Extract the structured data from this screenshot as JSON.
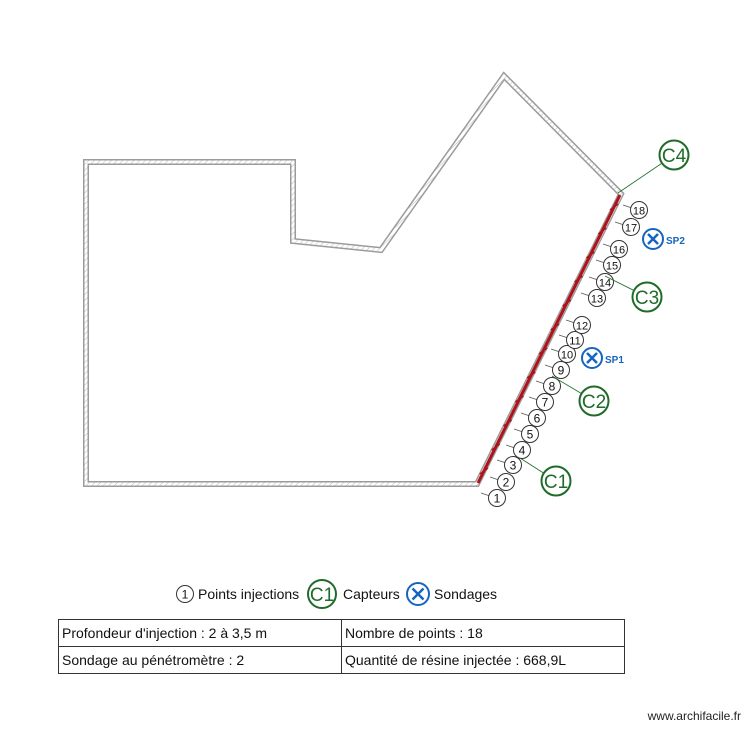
{
  "colors": {
    "wall": "#9b9b9b",
    "crack": "#b0121b",
    "capteur": "#1e6b2a",
    "sondage": "#1565c0",
    "point": "#333333"
  },
  "injection_points": [
    "1",
    "2",
    "3",
    "4",
    "5",
    "6",
    "7",
    "8",
    "9",
    "10",
    "11",
    "12",
    "13",
    "14",
    "15",
    "16",
    "17",
    "18"
  ],
  "capteurs": [
    "C1",
    "C2",
    "C3",
    "C4"
  ],
  "sondages": [
    "SP1",
    "SP2"
  ],
  "legend": {
    "point_symbol": "1",
    "points_label": "Points injections",
    "capteur_symbol": "C1",
    "capteurs_label": "Capteurs",
    "sondages_label": "Sondages"
  },
  "table": {
    "profondeur": "Profondeur d'injection : 2 à 3,5 m",
    "nombre": "Nombre de points : 18",
    "sondage": "Sondage au pénétromètre : 2",
    "quantite": "Quantité de résine injectée : 668,9L"
  },
  "footer": "www.archifacile.fr"
}
